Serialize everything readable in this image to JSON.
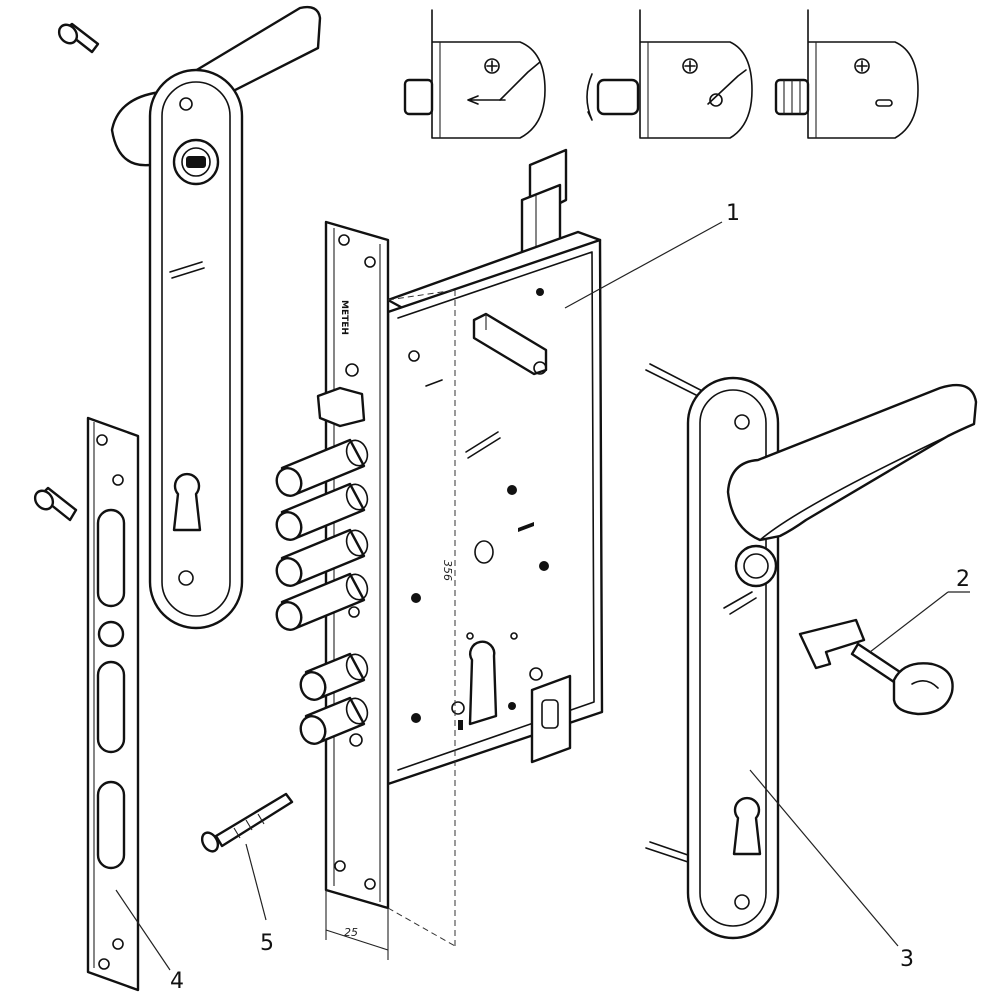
{
  "diagram": {
    "callouts": [
      {
        "id": "1",
        "label": "1"
      },
      {
        "id": "2",
        "label": "2"
      },
      {
        "id": "3",
        "label": "3"
      },
      {
        "id": "4",
        "label": "4"
      },
      {
        "id": "5",
        "label": "5"
      }
    ],
    "brand_text": "METEH",
    "dimension_height": "356",
    "dimension_backset": "25"
  }
}
